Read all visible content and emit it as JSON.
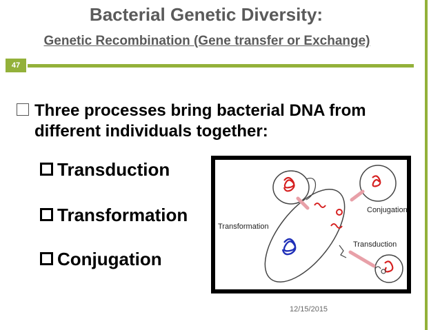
{
  "slide": {
    "title": "Bacterial Genetic Diversity:",
    "subtitle": "Genetic Recombination (Gene transfer or Exchange)",
    "number": "47",
    "main_bullet": "Three processes bring bacterial DNA from different individuals together:",
    "sub_bullets": [
      "Transduction",
      "Transformation",
      "Conjugation"
    ],
    "date": "12/15/2015"
  },
  "figure": {
    "labels": {
      "transformation": "Transformation",
      "conjugation": "Conjugation",
      "transduction": "Transduction"
    }
  },
  "colors": {
    "accent": "#93b13a",
    "dna_red": "#d62020",
    "dna_blue": "#1f2fb8",
    "arrow_pink": "#e8a0a8"
  }
}
